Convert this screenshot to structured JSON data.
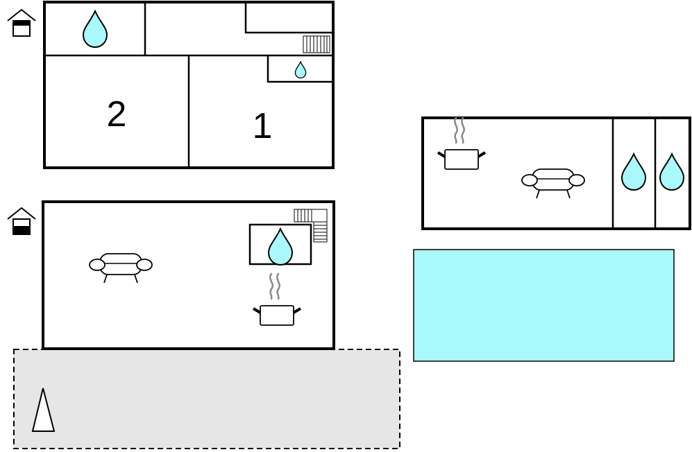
{
  "floors": {
    "upper": {
      "rooms": [
        {
          "id": "bedroom-2",
          "label": "2"
        },
        {
          "id": "bedroom-1",
          "label": "1"
        }
      ]
    },
    "ground": {}
  },
  "colors": {
    "water": "#a9f8fb",
    "pool": "#a9f8fb",
    "terrace": "#e6e6e6",
    "walls": "#000000"
  },
  "icons": {
    "floor_marker": "house-floor-icon",
    "bathroom": "water-drop-icon",
    "kitchen": "cooking-pot-icon",
    "living": "sofa-icon",
    "stairs": "stairs-icon",
    "outdoor": "parasol-icon"
  }
}
